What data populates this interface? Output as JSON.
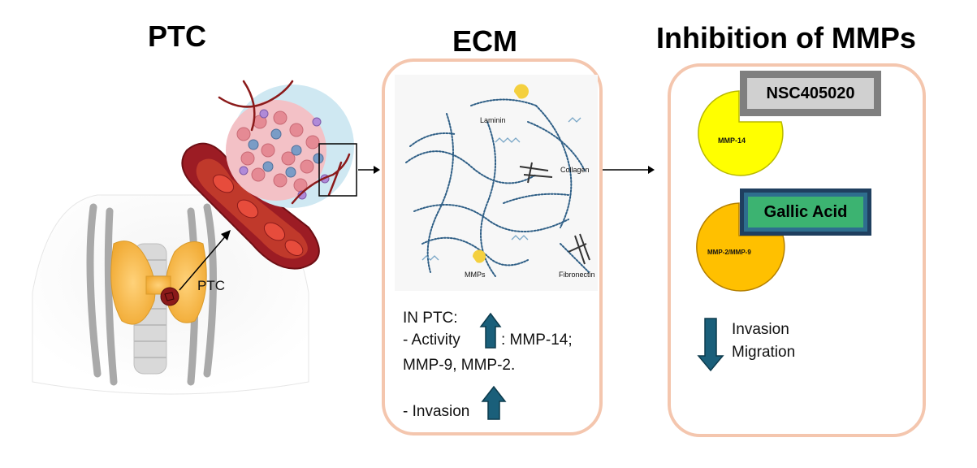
{
  "titles": {
    "ptc": "PTC",
    "ecm": "ECM",
    "inhibition": "Inhibition of MMPs"
  },
  "ptc_panel": {
    "tumor_label": "PTC"
  },
  "ecm_panel": {
    "labels": {
      "laminin": "Laminin",
      "collagen": "Collagen",
      "mmps": "MMPs",
      "fibronectin": "Fibronectin"
    },
    "text": {
      "line1": "IN PTC:",
      "line2a": "- Activity",
      "line2b": ": MMP-14;",
      "line3": "MMP-9, MMP-2.",
      "line4": "- Invasion"
    }
  },
  "inhibition_panel": {
    "inhibitor1": "NSC405020",
    "enzyme1": "MMP-14",
    "inhibitor2": "Gallic Acid",
    "enzyme2": "MMP-2/MMP-9",
    "outcome1": "Invasion",
    "outcome2": "Migration"
  },
  "colors": {
    "panel_border": "#f4c6ae",
    "mmp14_fill": "#ffff00",
    "mmp29_fill": "#ffc000",
    "arrow_fill": "#1a5f7a",
    "nsc_box": "#d0d0d0",
    "gallic_box": "#3cb371",
    "fiber": "#2f5f86"
  },
  "icons": [
    "thyroid-illustration",
    "blood-vessel",
    "tumor-tissue-magnified",
    "up-arrow-icon",
    "down-arrow-icon",
    "flow-arrow-icon"
  ]
}
